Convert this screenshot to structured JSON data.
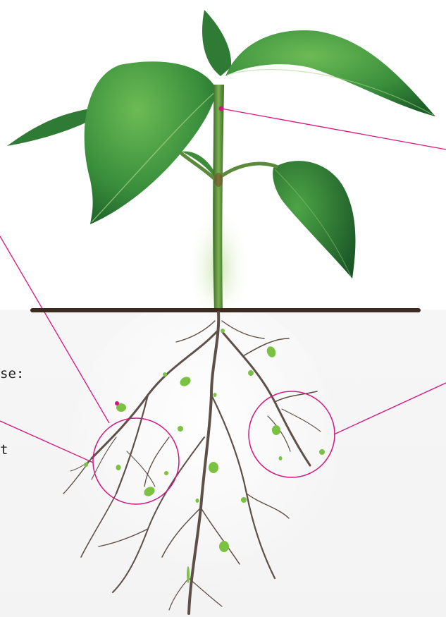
{
  "label_fragments": [
    {
      "text": "se:"
    },
    {
      "text": "t"
    }
  ],
  "colors": {
    "callout": "#d4157f",
    "soil_line": "#3b2a1f",
    "leaf_dark": "#1f6e2e",
    "leaf_light": "#5fae4a",
    "stem": "#5a8a3a",
    "root": "#5e5048",
    "nodule": "#7cc242",
    "background_below_soil": "#f4f4f4"
  },
  "icons": [
    "plant-illustration",
    "root-nodule-icon",
    "callout-circle"
  ]
}
